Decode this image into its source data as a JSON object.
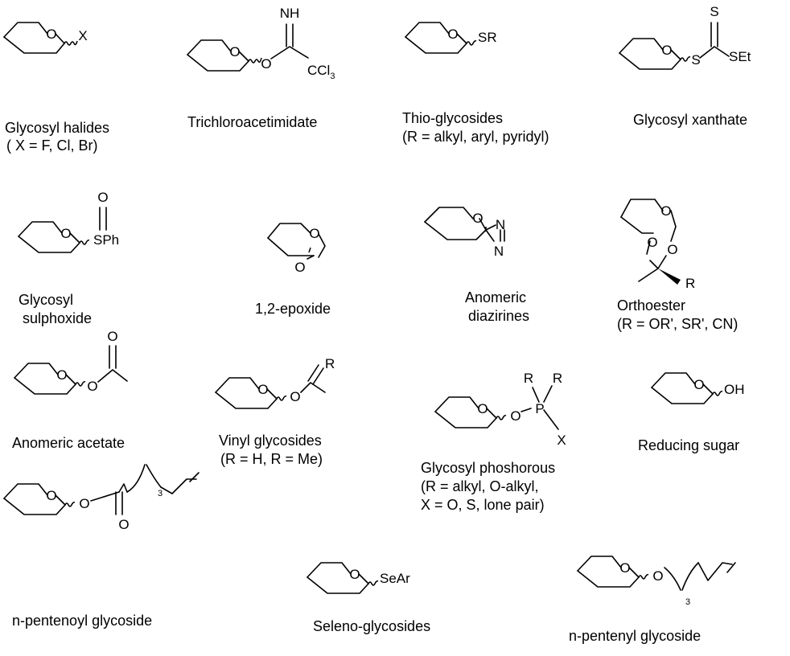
{
  "structures": [
    {
      "id": "glycosyl-halides",
      "atoms": {
        "ring_o": "O",
        "x": "X"
      },
      "caption": [
        "Glycosyl halides",
        "( X = F, Cl, Br)"
      ]
    },
    {
      "id": "trichloroacetimidate",
      "atoms": {
        "ring_o": "O",
        "o": "O",
        "nh": "NH",
        "ccl": "CCl",
        "ccl_sub": "3"
      },
      "caption": [
        "Trichloroacetimidate"
      ]
    },
    {
      "id": "thio-glycosides",
      "atoms": {
        "ring_o": "O",
        "sr": "SR"
      },
      "caption": [
        "Thio-glycosides",
        "(R = alkyl, aryl, pyridyl)"
      ]
    },
    {
      "id": "glycosyl-xanthate",
      "atoms": {
        "ring_o": "O",
        "s1": "S",
        "s2": "S",
        "set": "SEt"
      },
      "caption": [
        "Glycosyl xanthate"
      ]
    },
    {
      "id": "glycosyl-sulphoxide",
      "atoms": {
        "ring_o": "O",
        "o": "O",
        "sph": "SPh"
      },
      "caption": [
        "Glycosyl",
        "sulphoxide"
      ]
    },
    {
      "id": "epoxide",
      "atoms": {
        "ring_o": "O",
        "o": "O"
      },
      "caption": [
        "1,2-epoxide"
      ]
    },
    {
      "id": "diazirines",
      "atoms": {
        "ring_o": "O",
        "n1": "N",
        "n2": "N"
      },
      "caption": [
        "Anomeric",
        "diazirines"
      ]
    },
    {
      "id": "orthoester",
      "atoms": {
        "ring_o": "O",
        "o1": "O",
        "o2": "O",
        "r": "R"
      },
      "caption": [
        "Orthoester",
        "(R = OR', SR', CN)"
      ]
    },
    {
      "id": "anomeric-acetate",
      "atoms": {
        "ring_o": "O",
        "o": "O",
        "co": "O"
      },
      "caption": [
        "Anomeric acetate"
      ]
    },
    {
      "id": "vinyl-glycosides",
      "atoms": {
        "ring_o": "O",
        "o": "O",
        "r": "R"
      },
      "caption": [
        "Vinyl glycosides",
        "(R = H, R = Me)"
      ]
    },
    {
      "id": "glycosyl-phosphorous",
      "atoms": {
        "ring_o": "O",
        "o": "O",
        "p": "P",
        "r1": "R",
        "r2": "R",
        "x": "X"
      },
      "caption": [
        "Glycosyl phoshorous",
        "(R = alkyl, O-alkyl,",
        "X = O, S, lone pair)"
      ]
    },
    {
      "id": "reducing-sugar",
      "atoms": {
        "ring_o": "O",
        "oh": "OH"
      },
      "caption": [
        "Reducing sugar"
      ]
    },
    {
      "id": "n-pentenoyl-glycoside",
      "atoms": {
        "ring_o": "O",
        "o": "O",
        "co": "O",
        "n": "3"
      },
      "caption": [
        "n-pentenoyl glycoside"
      ]
    },
    {
      "id": "seleno-glycosides",
      "atoms": {
        "ring_o": "O",
        "sear": "SeAr"
      },
      "caption": [
        "Seleno-glycosides"
      ]
    },
    {
      "id": "n-pentenyl-glycoside",
      "atoms": {
        "ring_o": "O",
        "o": "O",
        "n": "3"
      },
      "caption": [
        "n-pentenyl glycoside"
      ]
    }
  ]
}
